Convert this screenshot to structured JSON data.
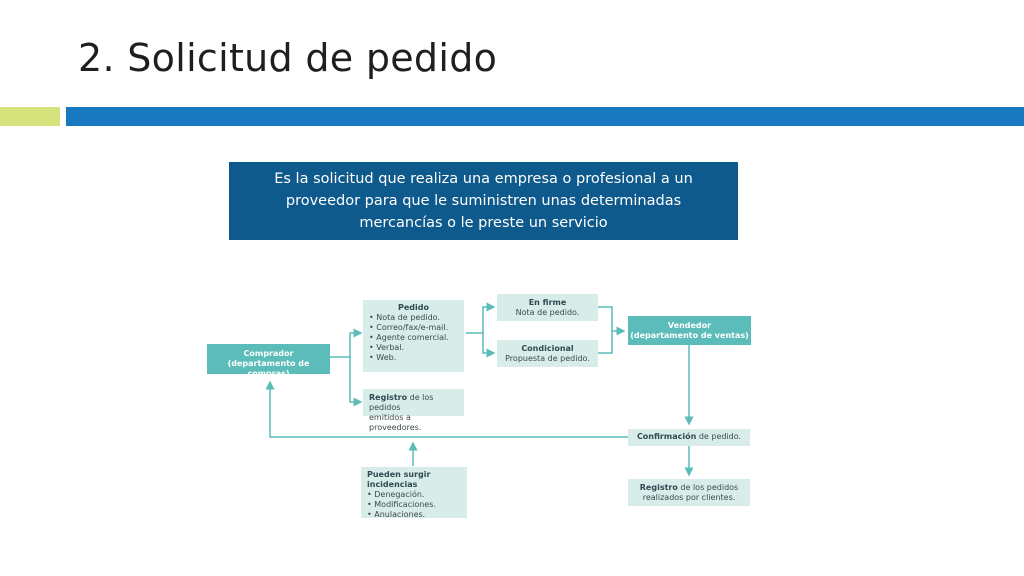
{
  "slide": {
    "title": "2. Solicitud de pedido",
    "definition": "Es la solicitud que realiza una empresa o profesional a un proveedor para que le suministren unas determinadas mercancías o le preste un servicio"
  },
  "colors": {
    "accent_green": "#d6e27c",
    "accent_blue": "#1878c0",
    "definition_bg": "#0f5a8c",
    "node_dark": "#5bbcb9",
    "node_light": "#d8ecea",
    "arrow": "#5bbcb9"
  },
  "diagram": {
    "comprador": {
      "line1": "Comprador",
      "line2": "(departamento de compras)"
    },
    "pedido": {
      "title": "Pedido",
      "items": [
        "Nota de pedido.",
        "Correo/fax/e-mail.",
        "Agente comercial.",
        "Verbal.",
        "Web."
      ]
    },
    "registro_compras": {
      "bold": "Registro",
      "rest1": " de los pedidos",
      "line2": "emitidos a proveedores."
    },
    "en_firme": {
      "title": "En firme",
      "text": "Nota de pedido."
    },
    "condicional": {
      "title": "Condicional",
      "text": "Propuesta de pedido."
    },
    "vendedor": {
      "line1": "Vendedor",
      "line2": "(departamento de ventas)"
    },
    "confirmacion": {
      "bold": "Confirmación",
      "rest": " de pedido."
    },
    "incidencias": {
      "title": "Pueden surgir incidencias",
      "items": [
        "Denegación.",
        "Modificaciones.",
        "Anulaciones."
      ]
    },
    "registro_ventas": {
      "bold": "Registro",
      "rest1": " de los pedidos",
      "line2": "realizados por clientes."
    }
  }
}
